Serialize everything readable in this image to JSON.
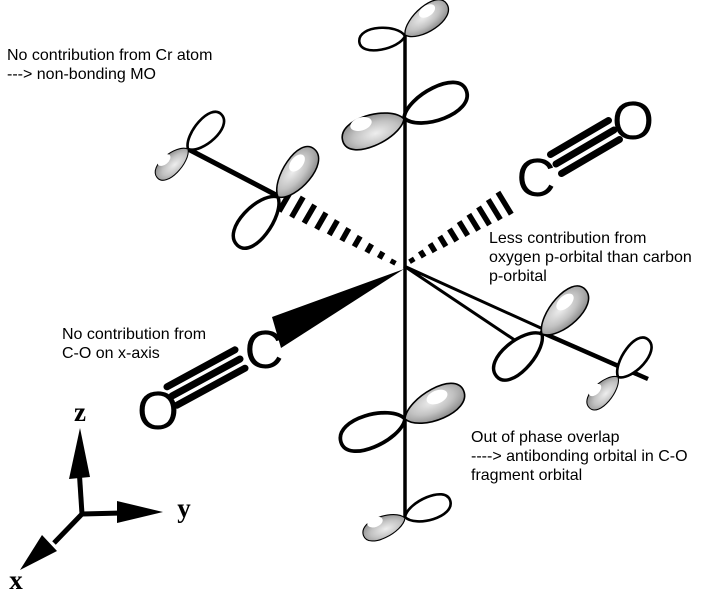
{
  "colors": {
    "ink": "#000000",
    "background": "#ffffff",
    "lobe_shade_light": "#e6e6e6",
    "lobe_shade_dark": "#4a4a4a"
  },
  "annotations": {
    "no_contribution_cr": {
      "lines": [
        "No contribution from Cr atom",
        "---> non-bonding MO"
      ]
    },
    "less_contribution": {
      "lines": [
        "Less contribution from",
        "oxygen p-orbital than carbon",
        "p-orbital"
      ]
    },
    "no_contribution_co_x": {
      "lines": [
        "No contribution from",
        "C-O on x-axis"
      ]
    },
    "out_of_phase": {
      "lines": [
        "Out of phase overlap",
        "----> antibonding orbital in C-O",
        "fragment orbital"
      ]
    }
  },
  "atom_labels": {
    "upper_right_c": "C",
    "upper_right_o": "O",
    "lower_left_c": "C",
    "lower_left_o": "O"
  },
  "axis_labels": {
    "z": "z",
    "y": "y",
    "x": "x"
  }
}
